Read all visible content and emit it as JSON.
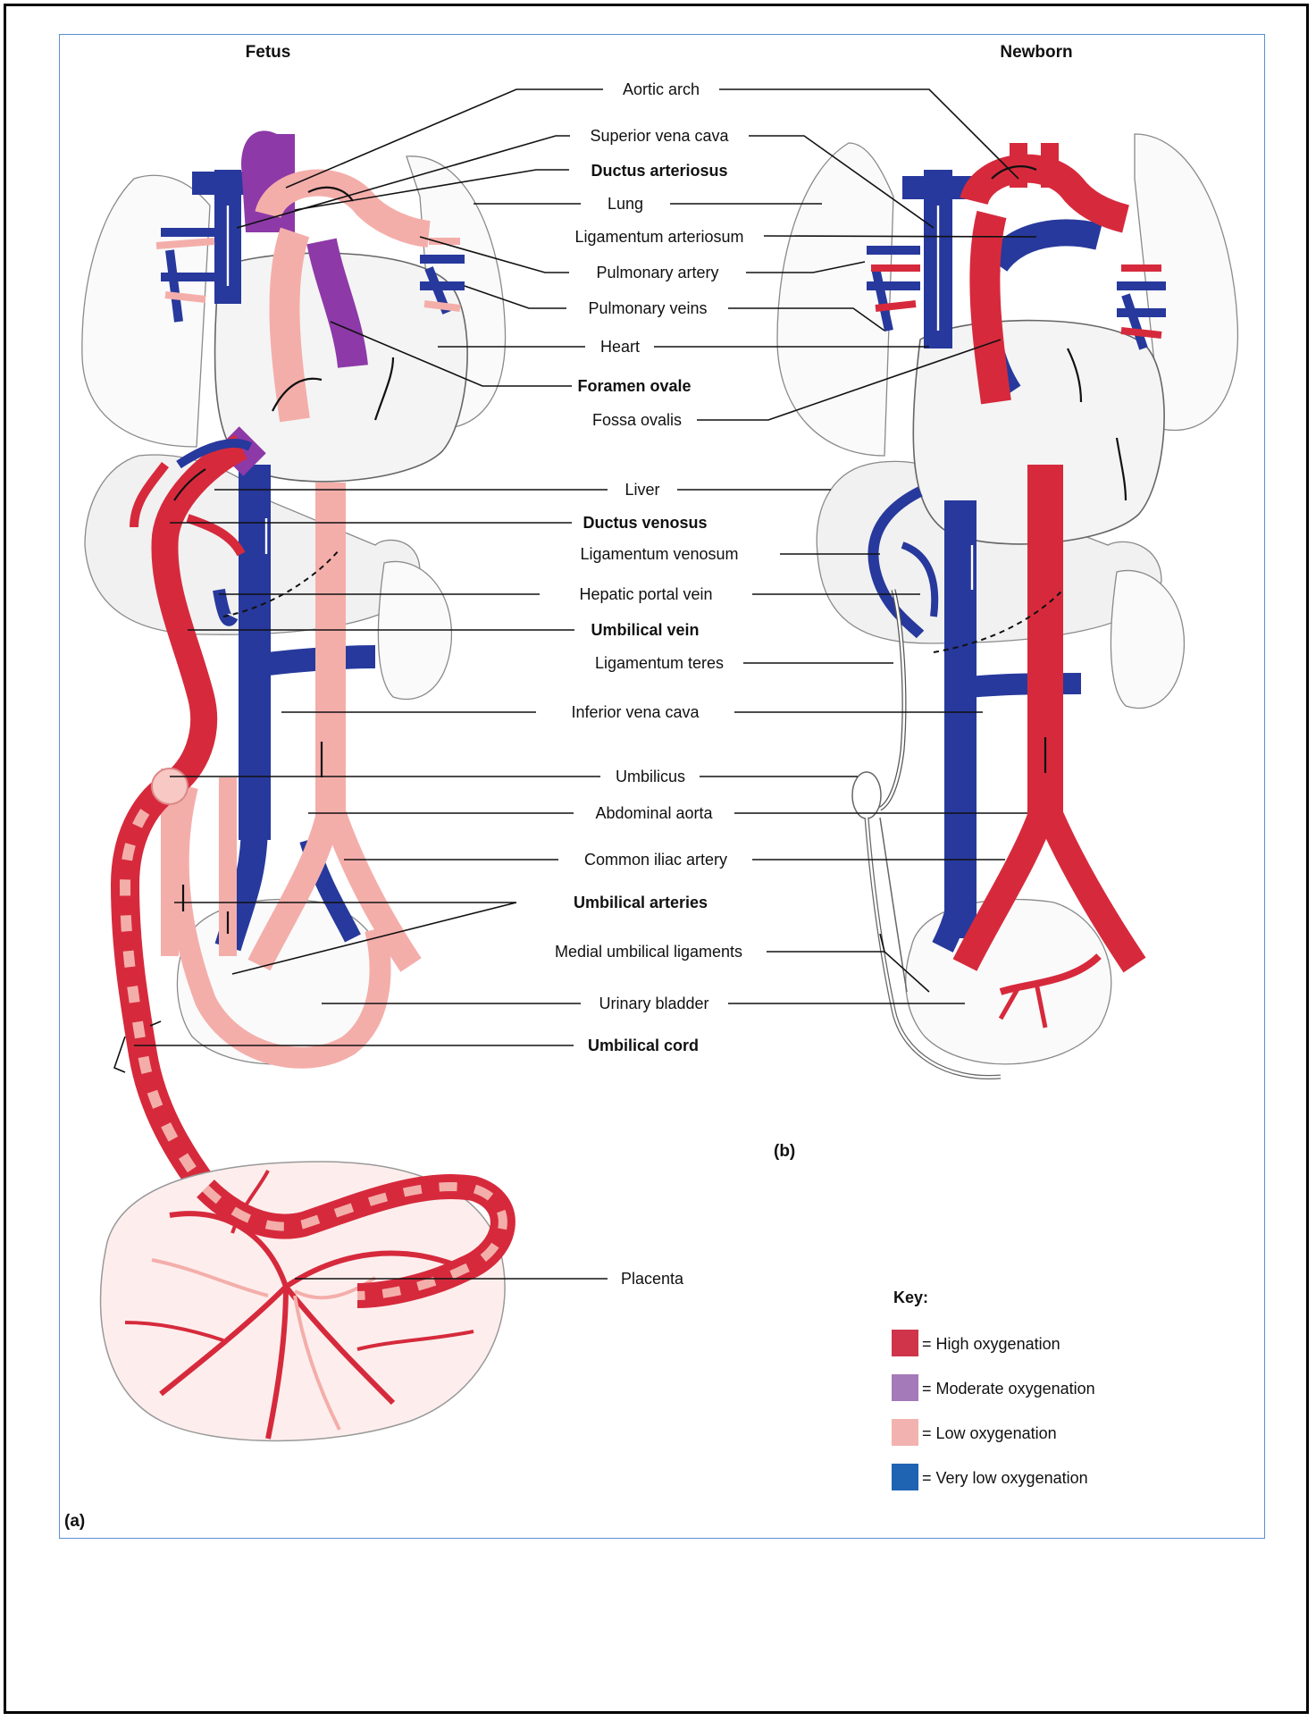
{
  "headings": {
    "fetus": "Fetus",
    "newborn": "Newborn",
    "panel_a": "(a)",
    "panel_b": "(b)"
  },
  "labels": [
    {
      "text": "Aortic arch",
      "bold": false
    },
    {
      "text": "Superior vena cava",
      "bold": false
    },
    {
      "text": "Ductus arteriosus",
      "bold": true
    },
    {
      "text": "Lung",
      "bold": false
    },
    {
      "text": "Ligamentum arteriosum",
      "bold": false
    },
    {
      "text": "Pulmonary artery",
      "bold": false
    },
    {
      "text": "Pulmonary veins",
      "bold": false
    },
    {
      "text": "Heart",
      "bold": false
    },
    {
      "text": "Foramen ovale",
      "bold": true
    },
    {
      "text": "Fossa ovalis",
      "bold": false
    },
    {
      "text": "Liver",
      "bold": false
    },
    {
      "text": "Ductus venosus",
      "bold": true
    },
    {
      "text": "Ligamentum venosum",
      "bold": false
    },
    {
      "text": "Hepatic portal vein",
      "bold": false
    },
    {
      "text": "Umbilical vein",
      "bold": true
    },
    {
      "text": "Ligamentum teres",
      "bold": false
    },
    {
      "text": "Inferior vena cava",
      "bold": false
    },
    {
      "text": "Umbilicus",
      "bold": false
    },
    {
      "text": "Abdominal aorta",
      "bold": false
    },
    {
      "text": "Common iliac artery",
      "bold": false
    },
    {
      "text": "Umbilical arteries",
      "bold": true
    },
    {
      "text": "Medial umbilical ligaments",
      "bold": false
    },
    {
      "text": "Urinary bladder",
      "bold": false
    },
    {
      "text": "Umbilical cord",
      "bold": true
    },
    {
      "text": "Placenta",
      "bold": false
    }
  ],
  "key": {
    "title": "Key:",
    "items": [
      {
        "label": "= High oxygenation",
        "color": "#d0344a"
      },
      {
        "label": "= Moderate oxygenation",
        "color": "#a57ab8"
      },
      {
        "label": "= Low oxygenation",
        "color": "#f2b3b0"
      },
      {
        "label": "= Very low oxygenation",
        "color": "#1f63b3"
      }
    ]
  },
  "colors": {
    "high": "#d62a3c",
    "moderate": "#8d39a8",
    "low": "#f4aeaa",
    "very_low": "#27399c",
    "frame": "#5b8fd0"
  }
}
